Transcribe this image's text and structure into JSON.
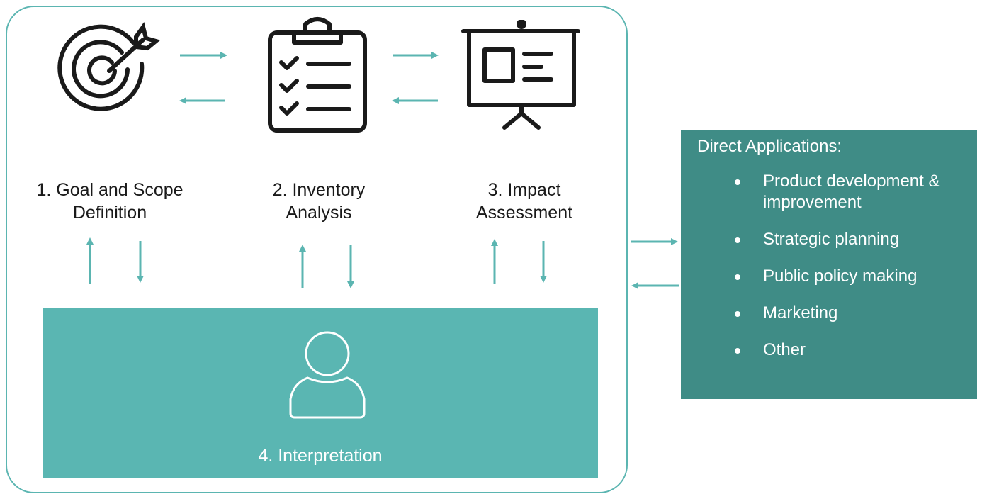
{
  "steps": [
    {
      "label": "1. Goal and Scope Definition",
      "icon": "target-icon"
    },
    {
      "label": "2. Inventory Analysis",
      "icon": "clipboard-checklist-icon"
    },
    {
      "label": "3. Impact Assessment",
      "icon": "presentation-board-icon"
    }
  ],
  "interpretation": {
    "label": "4. Interpretation",
    "icon": "person-icon"
  },
  "applications": {
    "title": "Direct Applications:",
    "items": [
      "Product development & improvement",
      "Strategic planning",
      "Public policy making",
      "Marketing",
      "Other"
    ]
  },
  "colors": {
    "teal_light": "#5ab6b2",
    "teal_dark": "#3f8c86",
    "arrow": "#5bb5b1"
  }
}
